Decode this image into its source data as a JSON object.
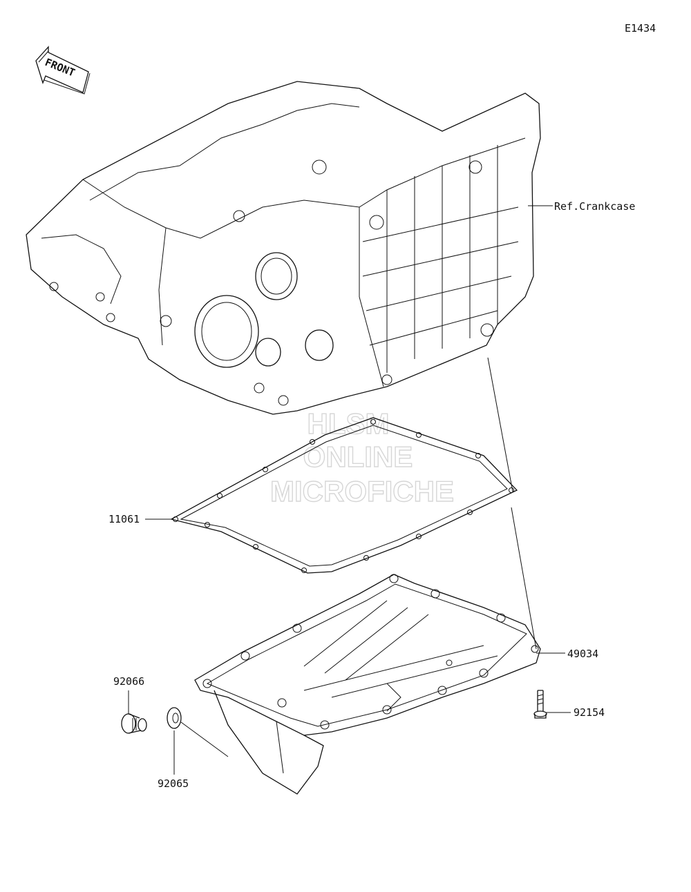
{
  "diagram_code": "E1434",
  "front_arrow_text": "FRONT",
  "watermark": [
    "HLSM",
    "ONLINE",
    "MICROFICHE"
  ],
  "labels": {
    "ref_crankcase": "Ref.Crankcase",
    "gasket": "11061",
    "oil_pan": "49034",
    "bolt": "92154",
    "drain_plug": "92066",
    "washer": "92065"
  }
}
